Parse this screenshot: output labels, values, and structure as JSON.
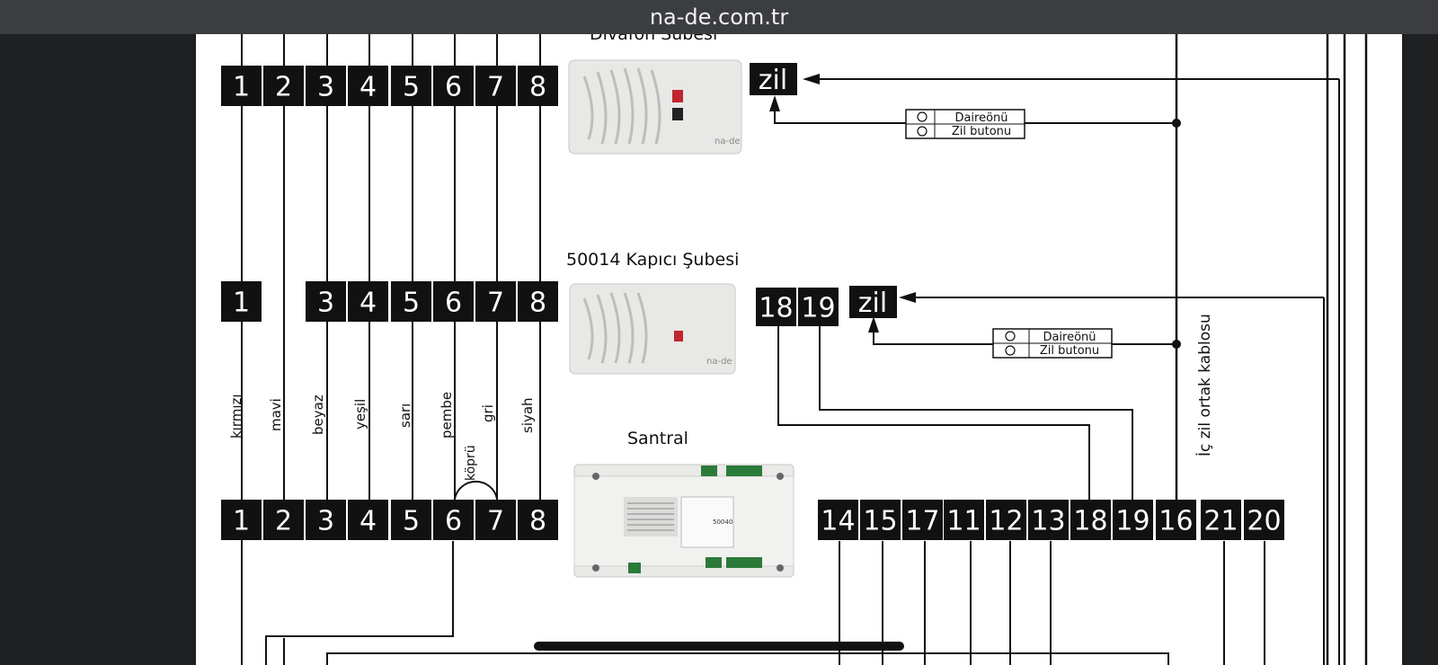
{
  "browser": {
    "url": "na-de.com.tr"
  },
  "diagram": {
    "top_unit_label": "Divafon Subesi",
    "mid_unit_label": "50014 Kapıcı Şubesi",
    "santral_label": "Santral",
    "zil": "zil",
    "button_line1": "Daireönü",
    "button_line2": "Zil butonu",
    "top_terminals": [
      "1",
      "2",
      "3",
      "4",
      "5",
      "6",
      "7",
      "8"
    ],
    "mid_terminals": [
      "1",
      "3",
      "4",
      "5",
      "6",
      "7",
      "8"
    ],
    "mid_terminals_extra": [
      "18",
      "19"
    ],
    "bottom_terminals": [
      "1",
      "2",
      "3",
      "4",
      "5",
      "6",
      "7",
      "8"
    ],
    "santral_terminals": [
      "14",
      "15",
      "17",
      "11",
      "12",
      "13",
      "18",
      "19",
      "16",
      "21",
      "20"
    ],
    "wire_colors": [
      "kırmızı",
      "mavi",
      "beyaz",
      "yeşil",
      "sarı",
      "pembe",
      "gri",
      "siyah"
    ],
    "bridge_label": "köprü",
    "common_cable_label": "İç zil ortak kablosu",
    "device_brand": "na-de",
    "santral_model": "50040"
  }
}
